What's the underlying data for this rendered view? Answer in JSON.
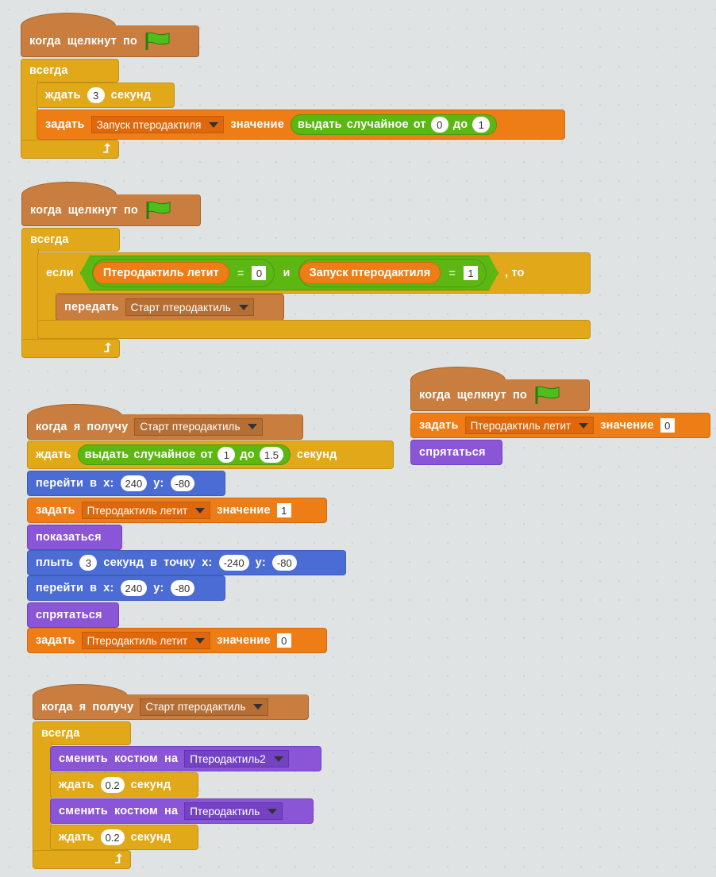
{
  "script1": {
    "hat": {
      "when": "когда",
      "clicked": "щелкнут",
      "on": "по",
      "icon": "green-flag-icon"
    },
    "forever": "всегда",
    "wait": {
      "label": "ждать",
      "value": "3",
      "unit": "секунд"
    },
    "set": {
      "label": "задать",
      "variable": "Запуск птеродактиля",
      "value_label": "значение",
      "random": {
        "label": "выдать",
        "word2": "случайное",
        "from": "от",
        "min": "0",
        "to": "до",
        "max": "1"
      }
    }
  },
  "script2": {
    "hat": {
      "when": "когда",
      "clicked": "щелкнут",
      "on": "по"
    },
    "forever": "всегда",
    "if": {
      "label": "если",
      "then": ", то",
      "left": {
        "var": "Птеродактиль летит",
        "op": "=",
        "value": "0"
      },
      "and": "и",
      "right": {
        "var": "Запуск птеродактиля",
        "op": "=",
        "value": "1"
      }
    },
    "broadcast": {
      "label": "передать",
      "message": "Старт птеродактиль"
    }
  },
  "script3": {
    "hat": {
      "when": "когда",
      "clicked": "щелкнут",
      "on": "по"
    },
    "set": {
      "label": "задать",
      "variable": "Птеродактиль летит",
      "value_label": "значение",
      "value": "0"
    },
    "hide": "спрятаться"
  },
  "script4": {
    "hat": {
      "when": "когда",
      "i": "я",
      "receive": "получу",
      "message": "Старт птеродактиль"
    },
    "wait": {
      "label": "ждать",
      "random_label": "выдать",
      "random_word2": "случайное",
      "from": "от",
      "min": "1",
      "to": "до",
      "max": "1.5",
      "unit": "секунд"
    },
    "goto1": {
      "label": "перейти",
      "in": "в",
      "x_label": "x:",
      "x": "240",
      "y_label": "y:",
      "y": "-80"
    },
    "set1": {
      "label": "задать",
      "variable": "Птеродактиль летит",
      "value_label": "значение",
      "value": "1"
    },
    "show": "показаться",
    "glide": {
      "label": "плыть",
      "secs": "3",
      "unit": "секунд",
      "in": "в",
      "point": "точку",
      "x_label": "x:",
      "x": "-240",
      "y_label": "y:",
      "y": "-80"
    },
    "goto2": {
      "label": "перейти",
      "in": "в",
      "x_label": "x:",
      "x": "240",
      "y_label": "y:",
      "y": "-80"
    },
    "hide": "спрятаться",
    "set2": {
      "label": "задать",
      "variable": "Птеродактиль летит",
      "value_label": "значение",
      "value": "0"
    }
  },
  "script5": {
    "hat": {
      "when": "когда",
      "i": "я",
      "receive": "получу",
      "message": "Старт птеродактиль"
    },
    "forever": "всегда",
    "costume1": {
      "label": "сменить",
      "word2": "костюм",
      "to": "на",
      "costume": "Птеродактиль2"
    },
    "wait1": {
      "label": "ждать",
      "value": "0.2",
      "unit": "секунд"
    },
    "costume2": {
      "label": "сменить",
      "word2": "костюм",
      "to": "на",
      "costume": "Птеродактиль"
    },
    "wait2": {
      "label": "ждать",
      "value": "0.2",
      "unit": "секунд"
    }
  },
  "colors": {
    "events": "#c97d3e",
    "control": "#e1a91a",
    "data": "#ee7d16",
    "operators": "#5cb712",
    "motion": "#4a6cd4",
    "looks": "#8a55d7",
    "flag": "#3fa31a"
  }
}
